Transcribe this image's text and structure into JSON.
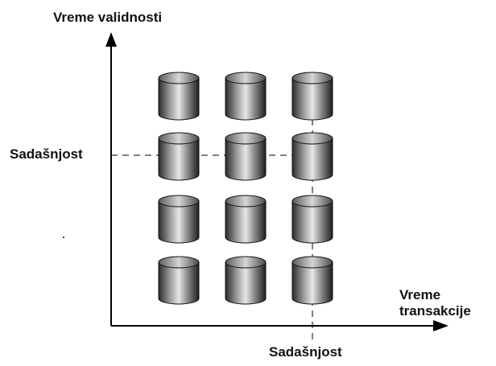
{
  "axes": {
    "y_label": "Vreme validnosti",
    "x_label_line1": "Vreme",
    "x_label_line2": "transakcije"
  },
  "present": {
    "valid_time_label": "Sadašnjost",
    "transaction_time_label": "Sadašnjost"
  },
  "grid": {
    "rows": 4,
    "columns": 3,
    "icon": "database-cylinder-icon"
  },
  "colors": {
    "line": "#000000",
    "cylinder_dark": "#3a3a3a",
    "cylinder_light": "#e8e8e8"
  }
}
